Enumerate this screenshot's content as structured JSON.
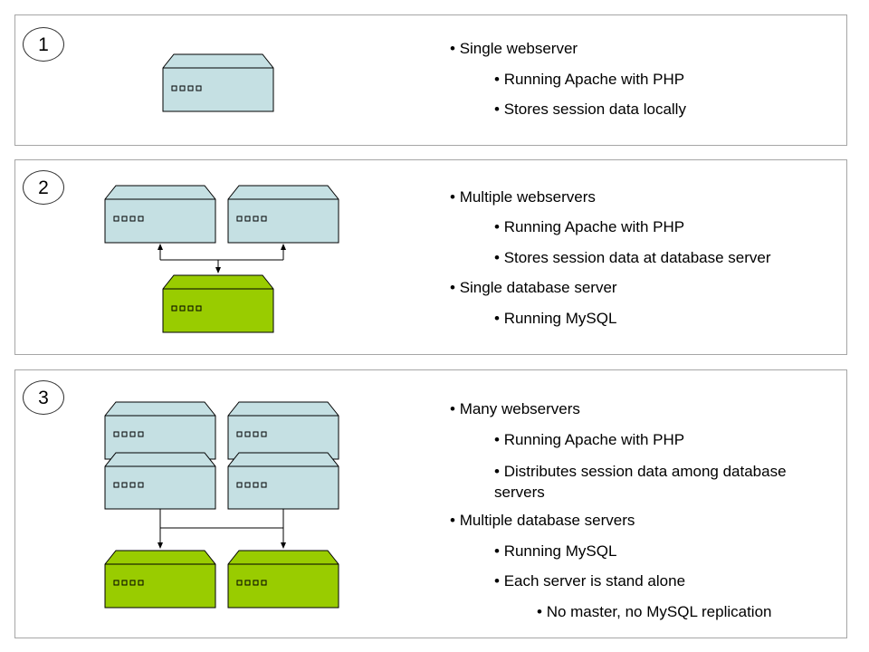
{
  "panels": [
    {
      "number": "1",
      "bullets": [
        {
          "level": 1,
          "text": "Single webserver"
        },
        {
          "level": 2,
          "text": "Running Apache with PHP"
        },
        {
          "level": 2,
          "text": "Stores session data locally"
        }
      ]
    },
    {
      "number": "2",
      "bullets": [
        {
          "level": 1,
          "text": "Multiple webservers"
        },
        {
          "level": 2,
          "text": "Running Apache with PHP"
        },
        {
          "level": 2,
          "text": "Stores session data at database server"
        },
        {
          "level": 1,
          "text": "Single database server"
        },
        {
          "level": 2,
          "text": "Running MySQL"
        }
      ]
    },
    {
      "number": "3",
      "bullets": [
        {
          "level": 1,
          "text": "Many webservers"
        },
        {
          "level": 2,
          "text": "Running Apache with PHP"
        },
        {
          "level": 2,
          "text": "Distributes session data among database servers"
        },
        {
          "level": 1,
          "text": "Multiple database servers"
        },
        {
          "level": 2,
          "text": "Running MySQL"
        },
        {
          "level": 2,
          "text": "Each server is stand alone"
        },
        {
          "level": 3,
          "text": "No master, no MySQL replication"
        }
      ]
    }
  ],
  "colors": {
    "webserver": "#c5e0e3",
    "database_server": "#99cc00",
    "outline": "#000000"
  }
}
